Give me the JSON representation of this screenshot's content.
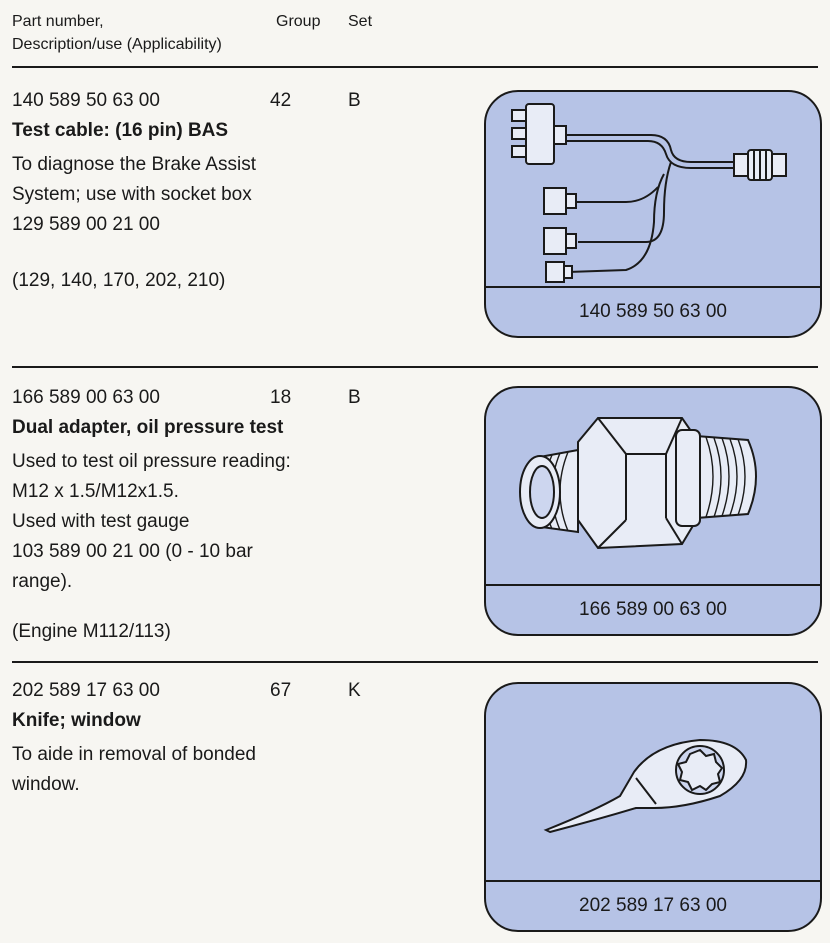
{
  "header": {
    "part_line1": "Part number,",
    "part_line2": "Description/use (Applicability)",
    "group": "Group",
    "set": "Set"
  },
  "entries": [
    {
      "part_number": "140 589 50 63 00",
      "group": "42",
      "set": "B",
      "title": "Test cable: (16 pin) BAS",
      "description": [
        "To diagnose the Brake Assist",
        "System; use with socket box",
        "129 589 00 21 00"
      ],
      "applicability": "(129, 140, 170, 202, 210)",
      "caption": "140 589 50 63 00",
      "icon": "test-cable-illustration"
    },
    {
      "part_number": "166 589 00 63 00",
      "group": "18",
      "set": "B",
      "title": "Dual adapter, oil pressure test",
      "description": [
        "Used to test oil pressure reading:",
        "M12 x 1.5/M12x1.5.",
        "Used with test gauge",
        "103 589 00 21 00 (0 - 10 bar",
        "range)."
      ],
      "applicability": "(Engine M112/113)",
      "caption": "166 589 00 63 00",
      "icon": "dual-adapter-illustration"
    },
    {
      "part_number": "202 589 17 63 00",
      "group": "67",
      "set": "K",
      "title": "Knife; window",
      "description": [
        "To aide in removal of bonded",
        "window."
      ],
      "applicability": "",
      "caption": "202 589 17 63 00",
      "icon": "window-knife-illustration"
    }
  ],
  "colors": {
    "panel": "#b6c3e6",
    "ink": "#1a1a1a",
    "paper": "#f7f6f2"
  }
}
